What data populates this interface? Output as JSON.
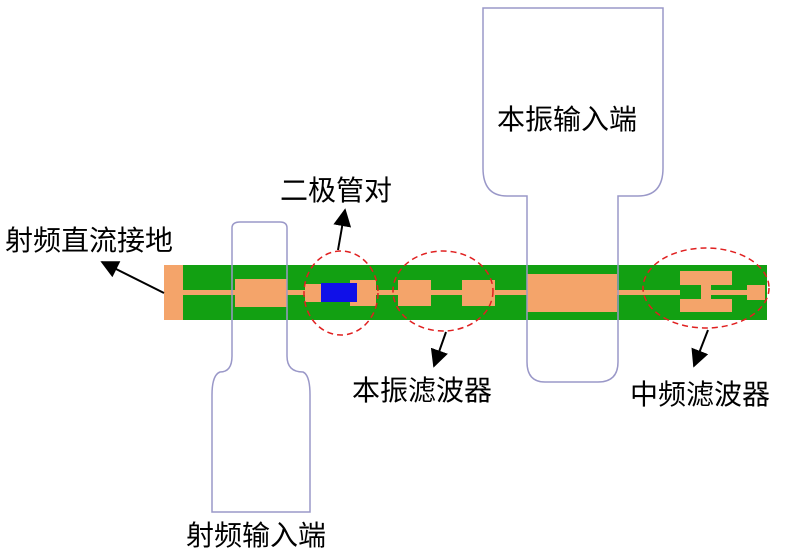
{
  "labels": {
    "lo_input": "本振输入端",
    "diode_pair": "二极管对",
    "rf_dc_ground": "射频直流接地",
    "lo_filter": "本振滤波器",
    "if_filter": "中频滤波器",
    "rf_input": "射频输入端"
  },
  "colors": {
    "substrate": "#12a012",
    "copper": "#f4a46a",
    "diode": "#1010e8",
    "outline": "#9a98c8",
    "annotation": "#e02020",
    "text": "#000000"
  }
}
